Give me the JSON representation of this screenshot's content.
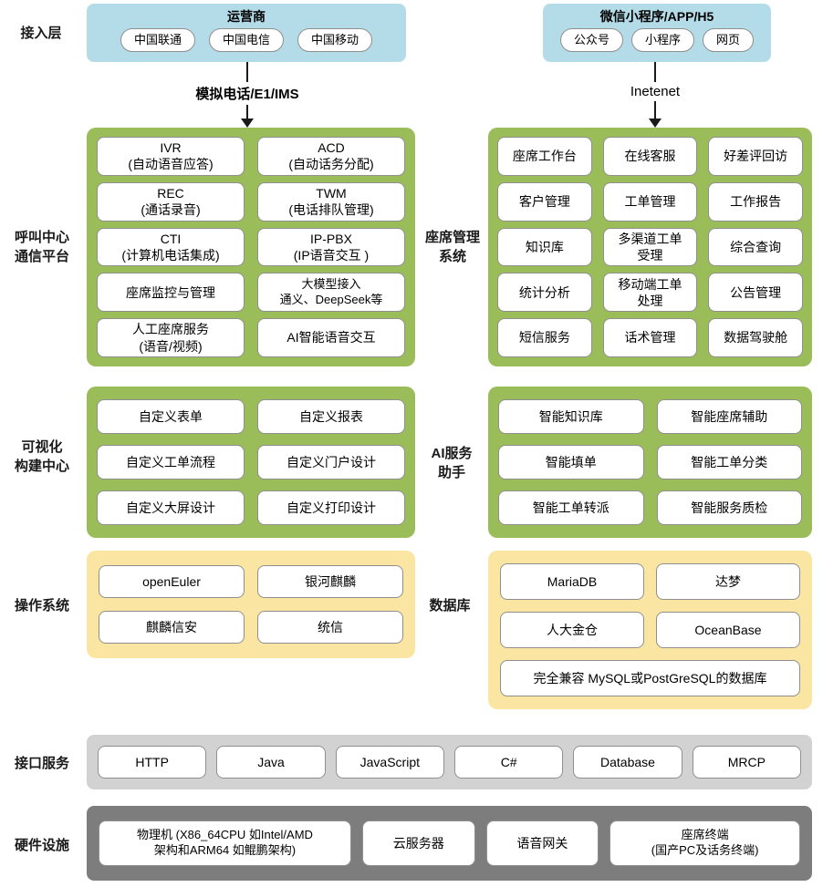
{
  "colors": {
    "blue": "#b3dce8",
    "green": "#9abd59",
    "yellow": "#fbe5a3",
    "gray": "#d2d2d2",
    "dark_gray": "#7d7d7d"
  },
  "side_labels": {
    "access": "接入层",
    "call_center": "呼叫中心\n通信平台",
    "agent_mgmt": "座席管理\n系统",
    "visual": "可视化\n构建中心",
    "ai": "AI服务\n助手",
    "os": "操作系统",
    "db": "数据库",
    "api": "接口服务",
    "hardware": "硬件设施"
  },
  "access": {
    "operators": {
      "title": "运营商",
      "items": [
        "中国联通",
        "中国电信",
        "中国移动"
      ]
    },
    "wechat": {
      "title": "微信小程序/APP/H5",
      "items": [
        "公众号",
        "小程序",
        "网页"
      ]
    }
  },
  "arrows": {
    "left": "模拟电话/E1/IMS",
    "right": "Inetenet"
  },
  "call_center": {
    "items": [
      "IVR\n(自动语音应答)",
      "ACD\n(自动话务分配)",
      "REC\n(通话录音)",
      "TWM\n(电话排队管理)",
      "CTI\n(计算机电话集成)",
      "IP-PBX\n(IP语音交互 )",
      "座席监控与管理",
      "大模型接入\n通义、DeepSeek等",
      "人工座席服务\n(语音/视频)",
      "AI智能语音交互"
    ]
  },
  "agent_mgmt": {
    "items": [
      "座席工作台",
      "在线客服",
      "好差评回访",
      "客户管理",
      "工单管理",
      "工作报告",
      "知识库",
      "多渠道工单\n受理",
      "综合查询",
      "统计分析",
      "移动端工单\n处理",
      "公告管理",
      "短信服务",
      "话术管理",
      "数据驾驶舱"
    ]
  },
  "visual": {
    "items": [
      "自定义表单",
      "自定义报表",
      "自定义工单流程",
      "自定义门户设计",
      "自定义大屏设计",
      "自定义打印设计"
    ]
  },
  "ai": {
    "items": [
      "智能知识库",
      "智能座席辅助",
      "智能填单",
      "智能工单分类",
      "智能工单转派",
      "智能服务质检"
    ]
  },
  "os": {
    "items": [
      "openEuler",
      "银河麒麟",
      "麒麟信安",
      "统信"
    ]
  },
  "db": {
    "items": [
      "MariaDB",
      "达梦",
      "人大金仓",
      "OceanBase"
    ],
    "full": "完全兼容 MySQL或PostGreSQL的数据库"
  },
  "api": {
    "items": [
      "HTTP",
      "Java",
      "JavaScript",
      "C#",
      "Database",
      "MRCP"
    ]
  },
  "hardware": {
    "items": [
      "物理机 (X86_64CPU 如Intel/AMD\n架构和ARM64 如鲲鹏架构)",
      "云服务器",
      "语音网关",
      "座席终端\n(国产PC及话务终端)"
    ]
  }
}
